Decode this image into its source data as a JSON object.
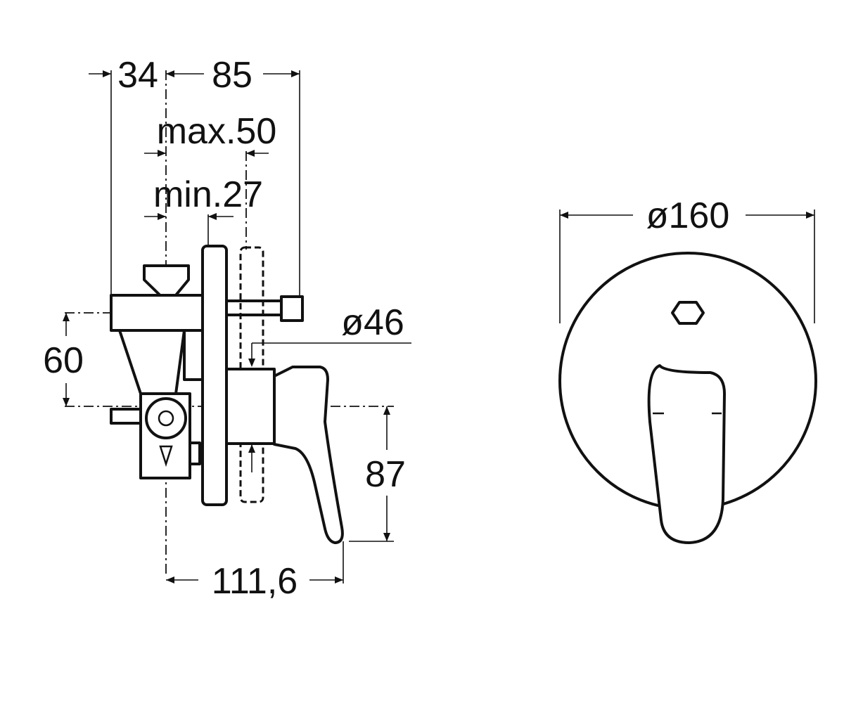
{
  "dimensions": {
    "d34": "34",
    "d85": "85",
    "max50": "max.50",
    "min27": "min.27",
    "d60": "60",
    "dia46": "ø46",
    "d87": "87",
    "d111_6": "111,6",
    "dia160": "ø160"
  },
  "colors": {
    "ink": "#111111",
    "background": "#ffffff"
  }
}
